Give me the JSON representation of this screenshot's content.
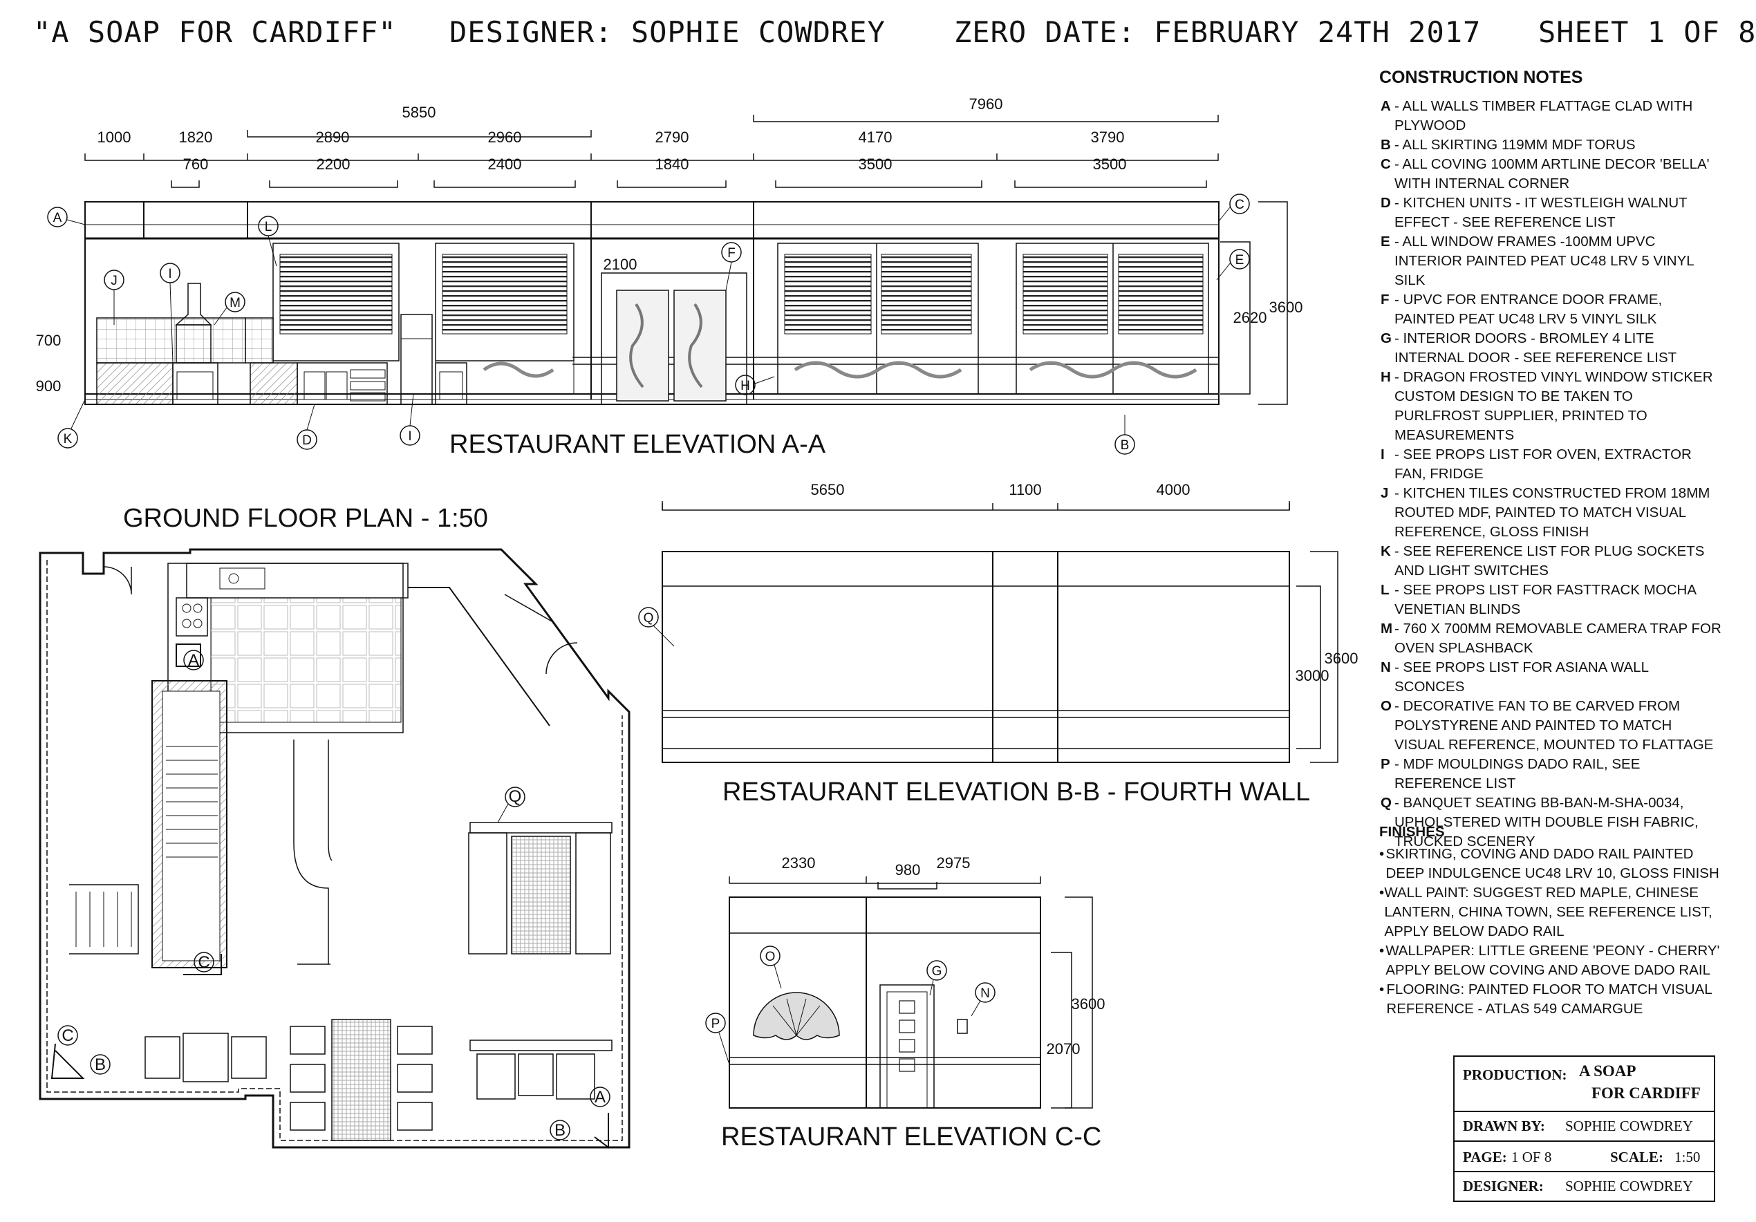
{
  "header": {
    "production": "\"A SOAP FOR CARDIFF\"",
    "designer": "DESIGNER: SOPHIE COWDREY",
    "zero_date": "ZERO DATE: FEBRUARY 24TH 2017",
    "sheet": "SHEET 1 OF 8"
  },
  "elevation_aa": {
    "title": "RESTAURANT ELEVATION A-A",
    "dims_top": [
      "5850",
      "7960"
    ],
    "dims_mid": [
      "1000",
      "1820",
      "2890",
      "2960",
      "2790",
      "4170",
      "3790"
    ],
    "dims_low": [
      "760",
      "2200",
      "2400",
      "1840",
      "3500",
      "3500"
    ],
    "door_height": "2100",
    "dims_side": [
      "700",
      "900",
      "2620",
      "3600"
    ],
    "markers": [
      "A",
      "L",
      "J",
      "I",
      "M",
      "F",
      "C",
      "E",
      "K",
      "D",
      "I",
      "H",
      "B"
    ]
  },
  "ground_plan": {
    "title": "GROUND FLOOR PLAN - 1:50",
    "markers": [
      "A",
      "C",
      "C",
      "B",
      "Q",
      "A",
      "B"
    ]
  },
  "elevation_bb": {
    "title": "RESTAURANT ELEVATION B-B - FOURTH WALL",
    "dims_top": [
      "5650",
      "1100",
      "4000"
    ],
    "dims_side": [
      "3600",
      "3000"
    ],
    "marker": "Q"
  },
  "elevation_cc": {
    "title": "RESTAURANT ELEVATION C-C",
    "dims_top": [
      "2330",
      "2975",
      "980"
    ],
    "dims_side": [
      "3600",
      "2070"
    ],
    "markers": [
      "O",
      "G",
      "N",
      "P"
    ]
  },
  "construction_notes": {
    "title": "CONSTRUCTION NOTES",
    "items": [
      {
        "letter": "A",
        "text": "- ALL WALLS TIMBER FLATTAGE CLAD WITH PLYWOOD"
      },
      {
        "letter": "B",
        "text": "- ALL SKIRTING 119MM MDF TORUS"
      },
      {
        "letter": "C",
        "text": "- ALL COVING 100MM ARTLINE DECOR 'BELLA' WITH INTERNAL CORNER"
      },
      {
        "letter": "D",
        "text": "- KITCHEN UNITS - IT WESTLEIGH WALNUT EFFECT - SEE REFERENCE LIST"
      },
      {
        "letter": "E",
        "text": "- ALL WINDOW FRAMES -100MM UPVC INTERIOR PAINTED PEAT UC48 LRV 5 VINYL SILK"
      },
      {
        "letter": "F",
        "text": "- UPVC FOR ENTRANCE DOOR FRAME, PAINTED PEAT UC48 LRV 5 VINYL SILK"
      },
      {
        "letter": "G",
        "text": "- INTERIOR DOORS - BROMLEY 4 LITE INTERNAL DOOR - SEE REFERENCE LIST"
      },
      {
        "letter": "H",
        "text": "- DRAGON FROSTED VINYL WINDOW STICKER CUSTOM DESIGN TO BE TAKEN TO PURLFROST SUPPLIER, PRINTED TO MEASUREMENTS"
      },
      {
        "letter": "I",
        "text": "- SEE PROPS LIST FOR OVEN, EXTRACTOR FAN, FRIDGE"
      },
      {
        "letter": "J",
        "text": "- KITCHEN TILES CONSTRUCTED FROM 18MM ROUTED MDF, PAINTED TO MATCH VISUAL REFERENCE, GLOSS FINISH"
      },
      {
        "letter": "K",
        "text": "- SEE REFERENCE LIST FOR PLUG SOCKETS AND LIGHT SWITCHES"
      },
      {
        "letter": "L",
        "text": "- SEE PROPS LIST FOR FASTTRACK MOCHA VENETIAN BLINDS"
      },
      {
        "letter": "M",
        "text": "- 760 X 700MM REMOVABLE CAMERA TRAP FOR OVEN SPLASHBACK"
      },
      {
        "letter": "N",
        "text": "- SEE PROPS LIST FOR ASIANA WALL SCONCES"
      },
      {
        "letter": "O",
        "text": "- DECORATIVE FAN TO BE CARVED FROM POLYSTYRENE AND PAINTED TO MATCH VISUAL REFERENCE, MOUNTED TO FLATTAGE"
      },
      {
        "letter": "P",
        "text": "- MDF MOULDINGS DADO RAIL, SEE REFERENCE LIST"
      },
      {
        "letter": "Q",
        "text": "- BANQUET SEATING BB-BAN-M-SHA-0034, UPHOLSTERED WITH DOUBLE FISH FABRIC, TRUCKED SCENERY"
      }
    ]
  },
  "finishes": {
    "title": "FINISHES",
    "items": [
      "SKIRTING, COVING AND DADO RAIL PAINTED DEEP INDULGENCE UC48 LRV 10, GLOSS FINISH",
      "WALL PAINT: SUGGEST RED MAPLE, CHINESE LANTERN, CHINA TOWN, SEE REFERENCE LIST, APPLY BELOW DADO RAIL",
      "WALLPAPER: LITTLE GREENE 'PEONY - CHERRY' APPLY BELOW COVING AND ABOVE DADO RAIL",
      "FLOORING: PAINTED FLOOR TO MATCH VISUAL REFERENCE - ATLAS 549 CAMARGUE"
    ]
  },
  "title_block": {
    "production_label": "PRODUCTION:",
    "production_value_1": "A SOAP",
    "production_value_2": "FOR CARDIFF",
    "drawn_by_label": "DRAWN BY:",
    "drawn_by_value": "SOPHIE COWDREY",
    "page_label": "PAGE:",
    "page_value": "1 OF 8",
    "scale_label": "SCALE:",
    "scale_value": "1:50",
    "designer_label": "DESIGNER:",
    "designer_value": "SOPHIE COWDREY"
  }
}
